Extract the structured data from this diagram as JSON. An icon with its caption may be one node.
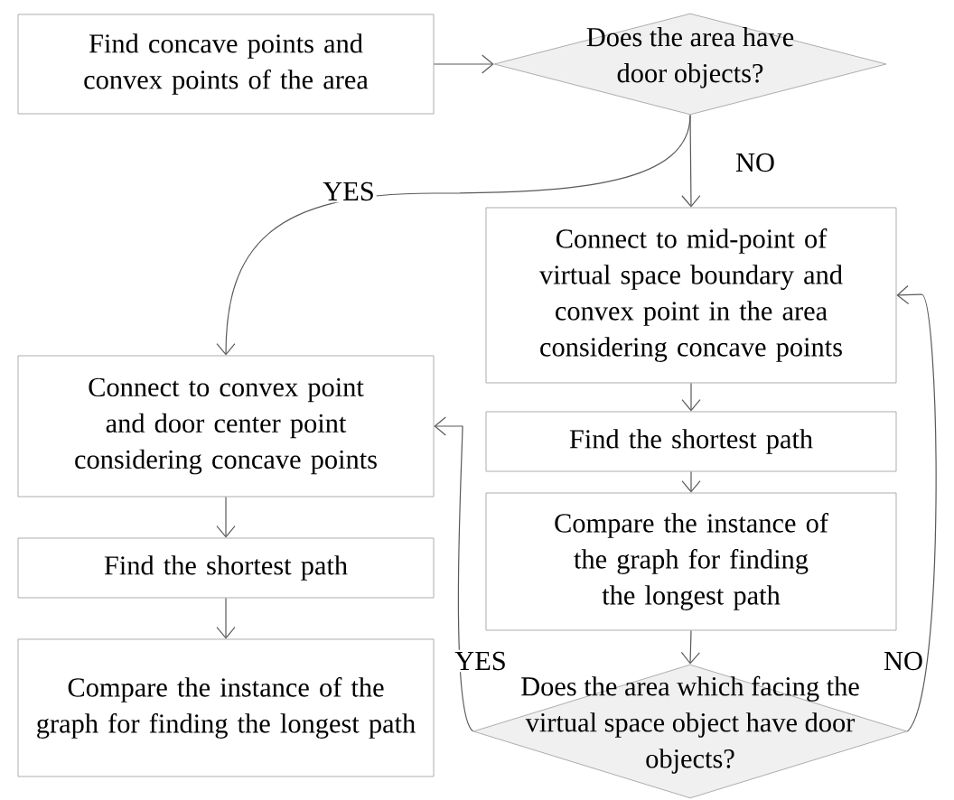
{
  "diagram": {
    "nodes": [
      {
        "text": [
          "Find concave points and convex points of the area"
        ]
      },
      {
        "text": [
          "Does the area have door objects?"
        ]
      },
      {
        "text": [
          "Connect to mid-point of virtual space boundary and convex point in the area considering concave points"
        ]
      },
      {
        "text": [
          "Connect to convex point and door center point considering concave points"
        ]
      },
      {
        "text": [
          "Find the shortest path"
        ]
      },
      {
        "text": [
          "Compare the instance of the graph for finding the longest path"
        ]
      },
      {
        "text": [
          "Find the shortest path"
        ]
      },
      {
        "text": [
          "Compare the instance of the graph for finding the longest path"
        ]
      },
      {
        "text": [
          "Does the area which facing the virtual space object have door objects?"
        ]
      }
    ],
    "edges": [
      {
        "from": 0,
        "to": 1,
        "arrow": "to"
      },
      {
        "from": 1,
        "to": 3,
        "arrow": "to",
        "label": "YES"
      },
      {
        "from": 1,
        "to": 2,
        "arrow": "to",
        "label": "NO"
      },
      {
        "from": 2,
        "to": 6,
        "arrow": "to"
      },
      {
        "from": 6,
        "to": 7,
        "arrow": "to"
      },
      {
        "from": 7,
        "to": 8,
        "arrow": "to"
      },
      {
        "from": 8,
        "to": 3,
        "arrow": "to",
        "label": "YES"
      },
      {
        "from": 8,
        "to": 2,
        "arrow": "to",
        "label": "NO"
      },
      {
        "from": 3,
        "to": 4,
        "arrow": "to"
      },
      {
        "from": 4,
        "to": 5,
        "arrow": "to"
      }
    ]
  }
}
